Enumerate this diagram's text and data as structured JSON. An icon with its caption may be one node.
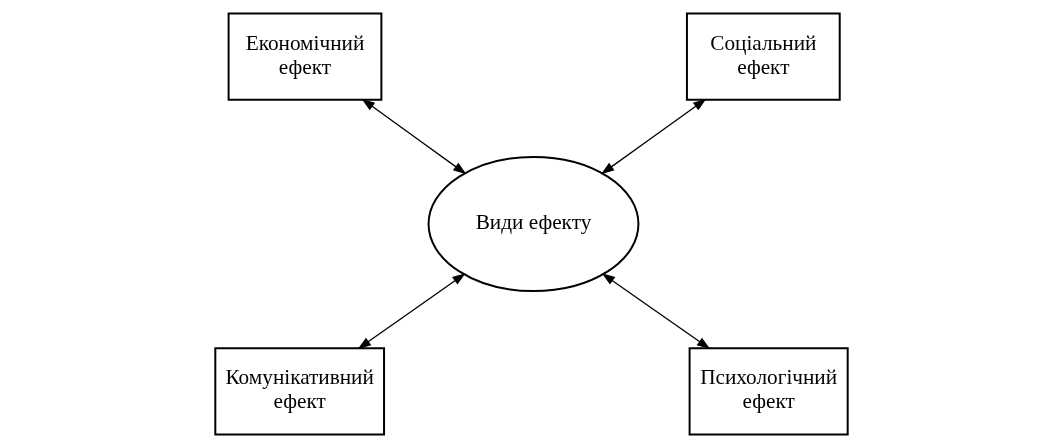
{
  "diagram": {
    "nodes": [
      {
        "text": [
          "Економічний ефект"
        ]
      },
      {
        "text": [
          "Соціальний ефект"
        ]
      },
      {
        "text": [
          "Види ефекту"
        ]
      },
      {
        "text": [
          "Комунікативний ефект"
        ]
      },
      {
        "text": [
          "Психологічний ефект"
        ]
      }
    ],
    "edges": [
      {
        "from": 0,
        "to": 2,
        "arrow": "both"
      },
      {
        "from": 1,
        "to": 2,
        "arrow": "both"
      },
      {
        "from": 2,
        "to": 3,
        "arrow": "both"
      },
      {
        "from": 2,
        "to": 4,
        "arrow": "both"
      }
    ]
  }
}
